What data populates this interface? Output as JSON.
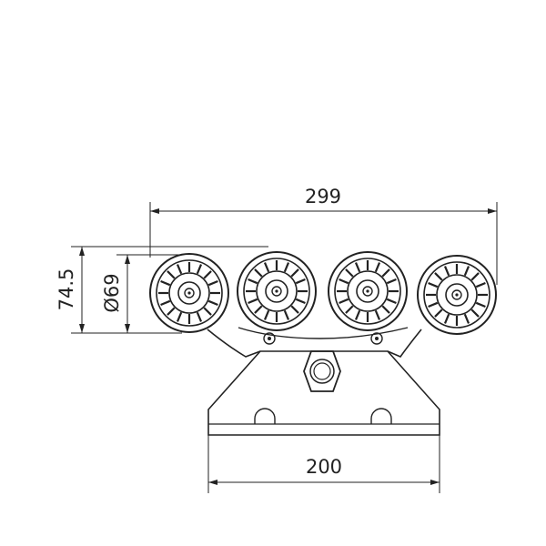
{
  "drawing": {
    "dim_overall_width": "299",
    "dim_base_width": "200",
    "dim_overall_height": "74.5",
    "dim_wheel_diameter": "Ø69"
  },
  "colors": {
    "line": "#222222",
    "background": "#ffffff"
  }
}
